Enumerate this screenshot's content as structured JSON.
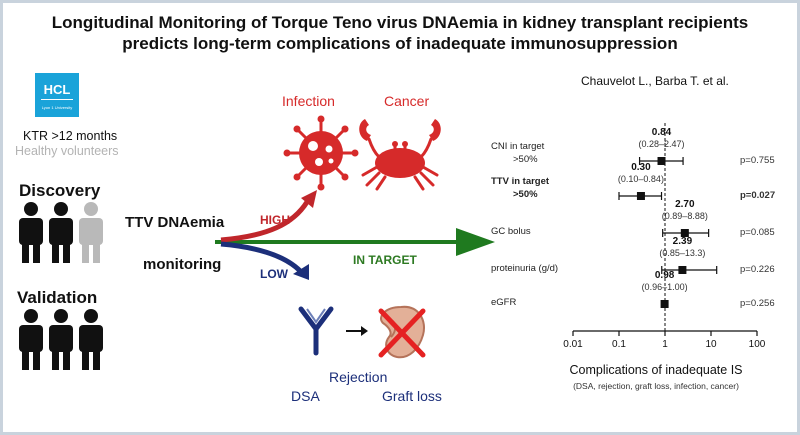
{
  "title_line1": "Longitudinal Monitoring of Torque Teno virus DNAemia in kidney transplant recipients",
  "title_line2": "predicts long-term complications of inadequate immunosuppression",
  "authors": "Chauvelot L., Barba T. et al.",
  "logo": {
    "text": "HCL",
    "subtext": "Lyon 1 University",
    "color": "#1aa3d9"
  },
  "left": {
    "ktr": "KTR >12 months",
    "healthy": "Healthy volunteers",
    "discovery": "Discovery",
    "validation": "Validation"
  },
  "center": {
    "ttv_line1": "TTV DNAemia",
    "ttv_line2": "monitoring",
    "high": "HIGH",
    "low": "LOW",
    "in_target": "IN TARGET",
    "infection": "Infection",
    "cancer": "Cancer",
    "dsa": "DSA",
    "rejection": "Rejection",
    "graft_loss": "Graft loss"
  },
  "colors": {
    "red": "#d62a2a",
    "navy": "#1c2f7a",
    "green": "#1f7a1f",
    "black": "#111111",
    "gray": "#b9b9b9"
  },
  "chart_data": {
    "type": "scatter",
    "scale": "log",
    "xlabel": "Complications of inadequate IS",
    "xlabel_sub": "(DSA, rejection, graft loss, infection, cancer)",
    "xticks": [
      "0.01",
      "0.1",
      "1",
      "10",
      "100"
    ],
    "xtick_values": [
      0.01,
      0.1,
      1,
      10,
      100
    ],
    "reference_line": 1,
    "rows": [
      {
        "label": "CNI in target",
        "label2": ">50%",
        "est_label": "0.84",
        "ci_label": "(0.28–2.47)",
        "est": 0.84,
        "lo": 0.28,
        "hi": 2.47,
        "p": "p=0.755",
        "bold": false
      },
      {
        "label": "TTV in target",
        "label2": ">50%",
        "est_label": "0.30",
        "ci_label": "(0.10–0.84)",
        "est": 0.3,
        "lo": 0.1,
        "hi": 0.84,
        "p": "p=0.027",
        "bold": true
      },
      {
        "label": "GC bolus",
        "label2": "",
        "est_label": "2.70",
        "ci_label": "(0.89–8.88)",
        "est": 2.7,
        "lo": 0.89,
        "hi": 8.88,
        "p": "p=0.085",
        "bold": false
      },
      {
        "label": "proteinuria (g/d)",
        "label2": "",
        "est_label": "2.39",
        "ci_label": "(0.85–13.3)",
        "est": 2.39,
        "lo": 0.85,
        "hi": 13.3,
        "p": "p=0.226",
        "bold": false
      },
      {
        "label": "eGFR",
        "label2": "",
        "est_label": "0.98",
        "ci_label": "(0.96–1.00)",
        "est": 0.98,
        "lo": 0.96,
        "hi": 1.0,
        "p": "p=0.256",
        "bold": false
      }
    ]
  }
}
